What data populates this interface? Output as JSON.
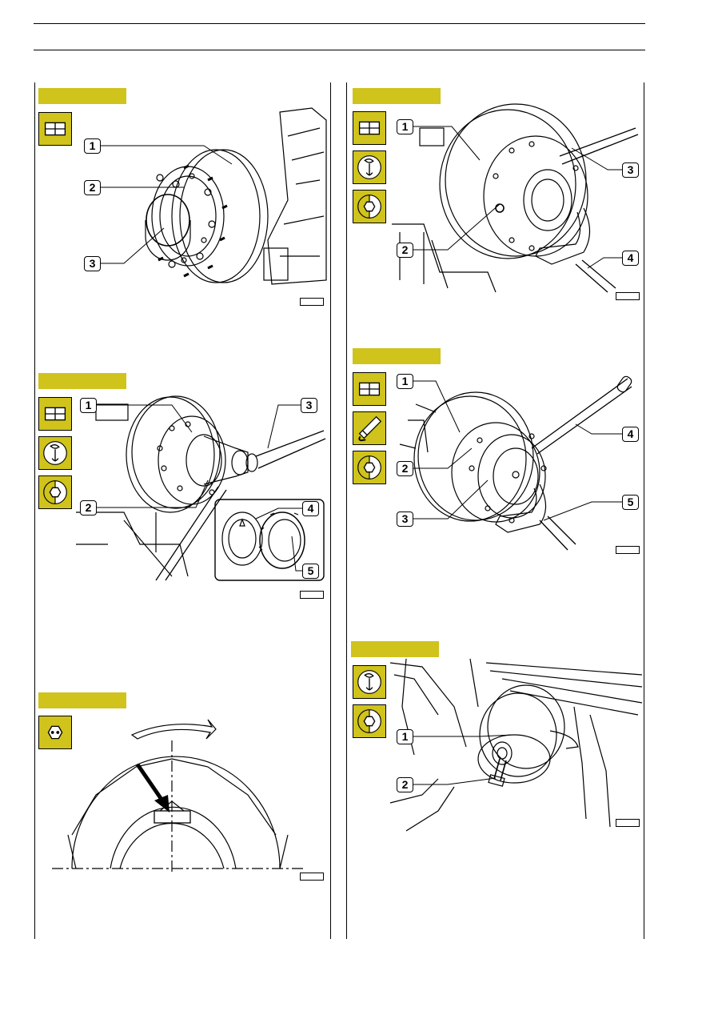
{
  "colors": {
    "accent": "#cfc31c",
    "ink": "#000000",
    "paper": "#ffffff"
  },
  "figures": [
    {
      "id": "fig-a",
      "icons": [
        "disassemble-icon"
      ],
      "callouts": [
        "1",
        "2",
        "3"
      ]
    },
    {
      "id": "fig-b",
      "icons": [
        "disassemble-icon",
        "wrench-icon",
        "socket-icon"
      ],
      "callouts": [
        "1",
        "2",
        "3",
        "4",
        "5"
      ]
    },
    {
      "id": "fig-c",
      "icons": [
        "alignment-icon"
      ],
      "callouts": []
    },
    {
      "id": "fig-d",
      "icons": [
        "disassemble-icon",
        "wrench-icon",
        "socket-icon"
      ],
      "callouts": [
        "1",
        "2",
        "3",
        "4"
      ]
    },
    {
      "id": "fig-e",
      "icons": [
        "disassemble-icon",
        "grease-tube-icon",
        "socket-icon"
      ],
      "callouts": [
        "1",
        "2",
        "3",
        "4",
        "5"
      ]
    },
    {
      "id": "fig-f",
      "icons": [
        "wrench-icon",
        "socket-icon"
      ],
      "callouts": [
        "1",
        "2"
      ]
    }
  ]
}
